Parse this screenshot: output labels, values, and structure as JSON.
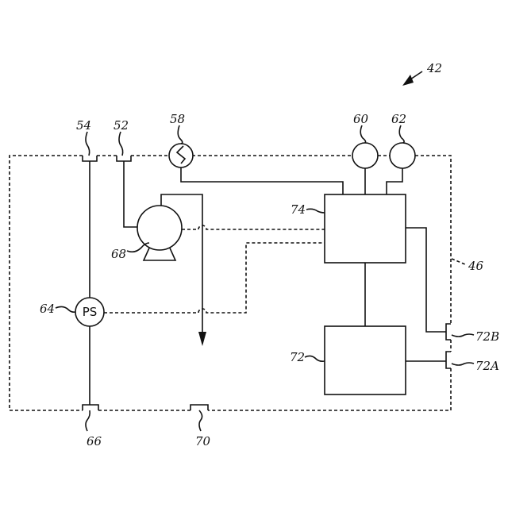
{
  "figure": {
    "system_ref": "42",
    "housing_ref": "46",
    "port_54": "54",
    "port_52": "52",
    "sensor_58": "58",
    "sensor_60": "60",
    "sensor_62": "62",
    "controller_ref": "74",
    "pump_ref": "68",
    "power_supply_ref": "64",
    "power_supply_label": "PS",
    "module_ref": "72",
    "connector_72b": "72B",
    "connector_72a": "72A",
    "port_66": "66",
    "port_70": "70"
  }
}
